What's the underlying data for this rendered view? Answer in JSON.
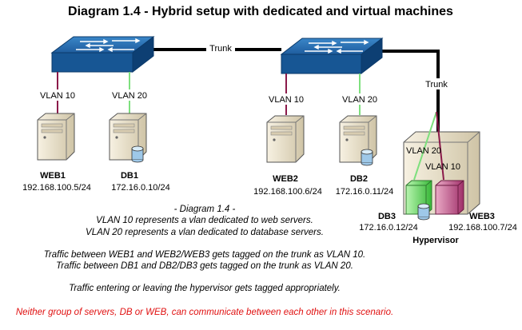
{
  "title": "Diagram 1.4 - Hybrid setup with dedicated and virtual machines",
  "links": {
    "trunk_top": "Trunk",
    "trunk_right": "Trunk",
    "vlan10_a": "VLAN 10",
    "vlan20_a": "VLAN 20",
    "vlan10_b": "VLAN 10",
    "vlan20_b": "VLAN 20",
    "vlan20_h": "VLAN 20",
    "vlan10_h": "VLAN 10"
  },
  "servers": {
    "web1": {
      "name": "WEB1",
      "ip": "192.168.100.5/24"
    },
    "db1": {
      "name": "DB1",
      "ip": "172.16.0.10/24"
    },
    "web2": {
      "name": "WEB2",
      "ip": "192.168.100.6/24"
    },
    "db2": {
      "name": "DB2",
      "ip": "172.16.0.11/24"
    },
    "db3": {
      "name": "DB3",
      "ip": "172.16.0.12/24"
    },
    "web3": {
      "name": "WEB3",
      "ip": "192.168.100.7/24"
    },
    "hypervisor": "Hypervisor"
  },
  "notes": {
    "line1": "- Diagram 1.4 -",
    "line2": "VLAN 10 represents a vlan dedicated to web servers.",
    "line3": "VLAN 20 represents a vlan dedicated to database servers.",
    "line4": "Traffic between WEB1 and WEB2/WEB3 gets tagged on the trunk as VLAN 10.",
    "line5": "Traffic between DB1 and DB2/DB3 gets tagged on the trunk as VLAN 20.",
    "line6": "Traffic entering or leaving the hypervisor gets tagged appropriately.",
    "warning": "Neither group of servers, DB or WEB, can communicate between each other in this scenario."
  },
  "colors": {
    "vlan10": "#8b1a4a",
    "vlan20": "#7ee07e",
    "trunk": "#000000",
    "switch_top": "#2c74b8",
    "switch_side": "#0f4a86",
    "server": "#ece3cf",
    "warning": "#e01010"
  }
}
